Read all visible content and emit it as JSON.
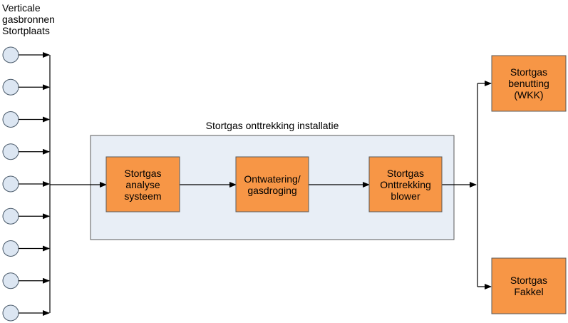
{
  "sources": {
    "title": "Verticale\ngasbronnen\nStortplaats",
    "count": 9
  },
  "installation": {
    "title": "Stortgas onttrekking installatie"
  },
  "steps": [
    {
      "label": "Stortgas\nanalyse\nsysteem"
    },
    {
      "label": "Ontwatering/\ngasdroging"
    },
    {
      "label": "Stortgas\nOnttrekking\nblower"
    }
  ],
  "outputs": [
    {
      "label": "Stortgas\nbenutting\n(WKK)"
    },
    {
      "label": "Stortgas\nFakkel"
    }
  ],
  "colors": {
    "box_fill": "#F79646",
    "box_border": "#5A5A5A",
    "panel_fill": "#E8EEF6",
    "panel_border": "#5A5A5A",
    "circle_fill": "#DCE6F2",
    "circle_border": "#4A5A6A",
    "line": "#000000"
  }
}
